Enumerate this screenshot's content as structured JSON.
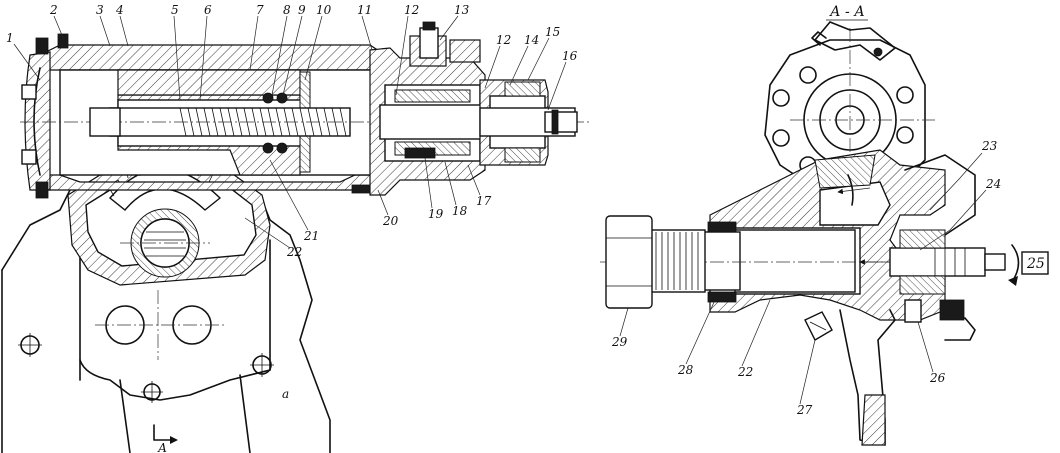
{
  "left_view": {
    "view_letter": "а",
    "section_marker": "А",
    "callouts": [
      "1",
      "2",
      "3",
      "4",
      "5",
      "6",
      "7",
      "8",
      "9",
      "10",
      "11",
      "12",
      "13",
      "12",
      "14",
      "15",
      "16",
      "17",
      "18",
      "19",
      "20",
      "21",
      "22"
    ]
  },
  "right_view": {
    "section_title": "А - А",
    "callouts": [
      "23",
      "24",
      "25",
      "26",
      "27",
      "22",
      "28",
      "29"
    ]
  }
}
